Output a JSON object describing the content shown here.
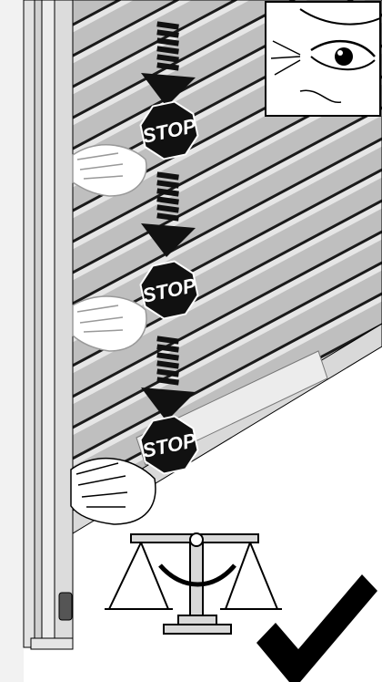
{
  "signs": [
    {
      "label": "STOP"
    },
    {
      "label": "STOP"
    },
    {
      "label": "STOP"
    }
  ],
  "icons": {
    "eye_inset": "eye-observe-icon",
    "arrow": "arrow-down-icon",
    "stop_sign": "stop-sign-icon",
    "hand": "hand-icon",
    "balance": "balance-scale-icon",
    "check": "checkmark-icon"
  },
  "colors": {
    "stop_red": "#111111",
    "door_shade": "#bdbdbd",
    "check": "#000000"
  }
}
